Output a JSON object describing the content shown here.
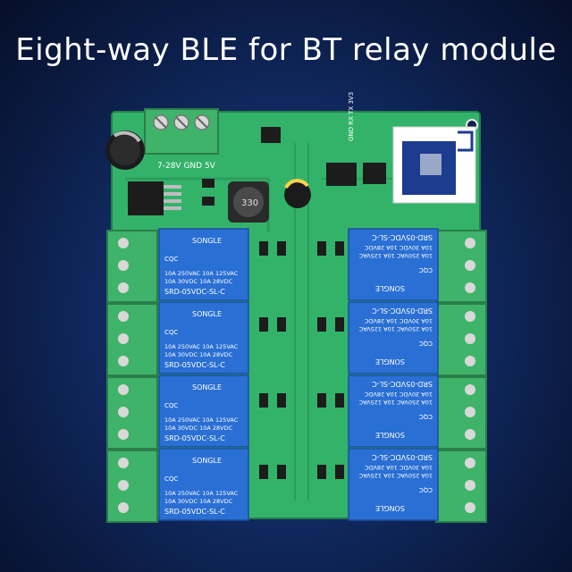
{
  "headline": "Eight-way BLE for BT relay module",
  "board": {
    "power_label": "7-28V GND 5V",
    "inductor_code": "330",
    "header_label": "GND RX TX 3V3",
    "relay_brand": "SONGLE",
    "relay_rating_1": "10A 250VAC 10A 125VAC",
    "relay_rating_2": "10A 30VDC 10A 28VDC",
    "relay_model": "SRD-05VDC-SL-C",
    "relay_cert": "CQC",
    "relay_count": 8,
    "colors": {
      "pcb": "#33b36a",
      "relay": "#2a6fd4",
      "terminal": "#3fb36a"
    }
  }
}
